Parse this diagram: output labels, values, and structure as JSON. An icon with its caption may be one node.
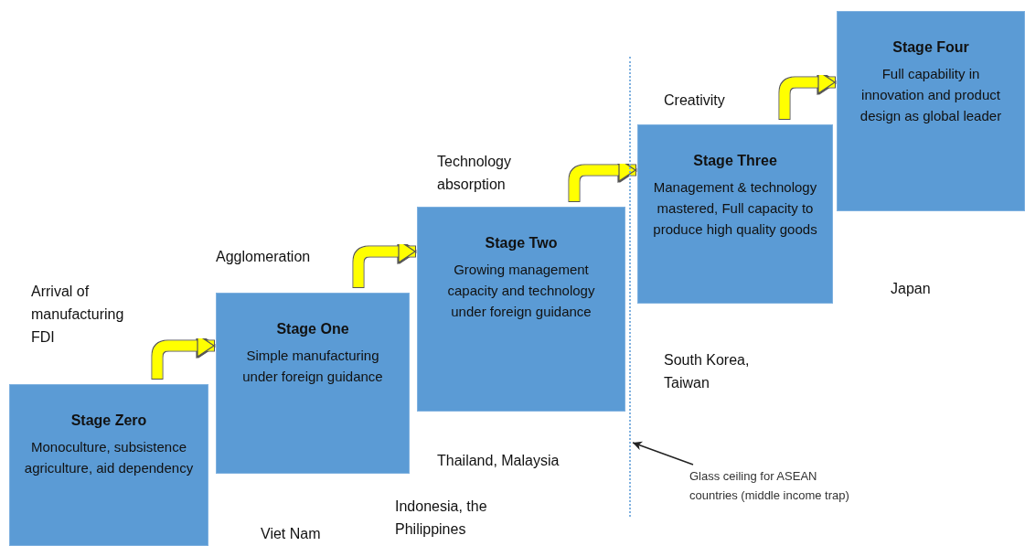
{
  "diagram": {
    "nodes": [
      {
        "text": [
          "Stage Zero",
          "Monoculture, subsistence agriculture, aid dependency"
        ]
      },
      {
        "text": [
          "Stage One",
          "Simple manufacturing under foreign guidance"
        ]
      },
      {
        "text": [
          "Stage Two",
          "Growing management capacity and technology under foreign guidance"
        ]
      },
      {
        "text": [
          "Stage Three",
          "Management & technology mastered, Full capacity to produce high quality goods"
        ]
      },
      {
        "text": [
          "Stage Four",
          "Full capability in innovation and product design as global leader"
        ]
      },
      {
        "text": [],
        "shape": "line"
      },
      {
        "text": [
          "Glass ceiling for ASEAN countries (middle income trap)"
        ]
      }
    ],
    "edges": [
      {
        "from": 0,
        "to": 1,
        "arrow": "to"
      },
      {
        "from": 1,
        "to": 2,
        "arrow": "to"
      },
      {
        "from": 2,
        "to": 3,
        "arrow": "to"
      },
      {
        "from": 3,
        "to": 4,
        "arrow": "to"
      },
      {
        "from": 6,
        "to": 5,
        "arrow": "to",
        "color": "#222222"
      }
    ],
    "labels": [
      "Creativity",
      "Technology absorption",
      "Agglomeration",
      "Japan",
      "Arrival of manufacturing FDI",
      "South Korea, Taiwan",
      "Thailand, Malaysia",
      "Indonesia, the Philippines",
      "Viet Nam"
    ]
  }
}
